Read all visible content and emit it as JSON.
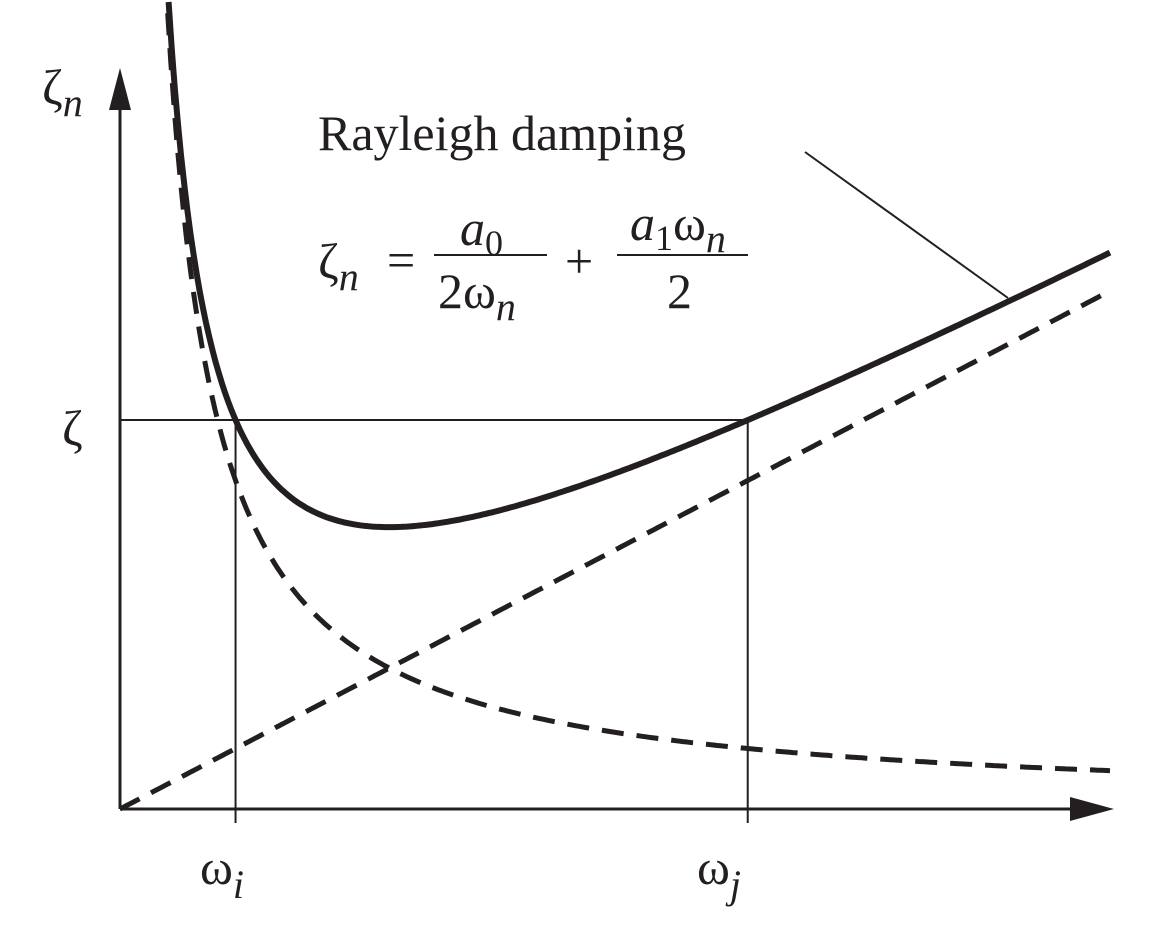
{
  "chart_data": {
    "type": "line",
    "title": "Rayleigh damping",
    "formula": {
      "lhs": "ζ",
      "lhs_sub": "n",
      "equals": "=",
      "term1_num": "a",
      "term1_num_sub": "0",
      "term1_den": "2ω",
      "term1_den_sub": "n",
      "plus": "+",
      "term2_num_a": "a",
      "term2_num_a_sub": "1",
      "term2_num_w": "ω",
      "term2_num_w_sub": "n",
      "term2_den": "2"
    },
    "ylabel": "ζ",
    "ylabel_sub": "n",
    "y_tick_label": "ζ",
    "x_tick_labels": [
      {
        "base": "ω",
        "sub": "i"
      },
      {
        "base": "ω",
        "sub": "j"
      }
    ],
    "xlim": [
      0,
      6.34
    ],
    "ylim": [
      0,
      5.2
    ],
    "params": {
      "omega_i": 0.74,
      "omega_j": 4.02,
      "zeta": 2.5
    },
    "series": [
      {
        "style": "solid",
        "line_width": "thick",
        "formula": "a0/(2ω) + a1·ω/2"
      },
      {
        "style": "dashed",
        "formula": "a0/(2ω)"
      },
      {
        "style": "dashed",
        "formula": "a1·ω/2"
      }
    ],
    "grid": false,
    "colors": {
      "ink": "#231f20"
    }
  }
}
